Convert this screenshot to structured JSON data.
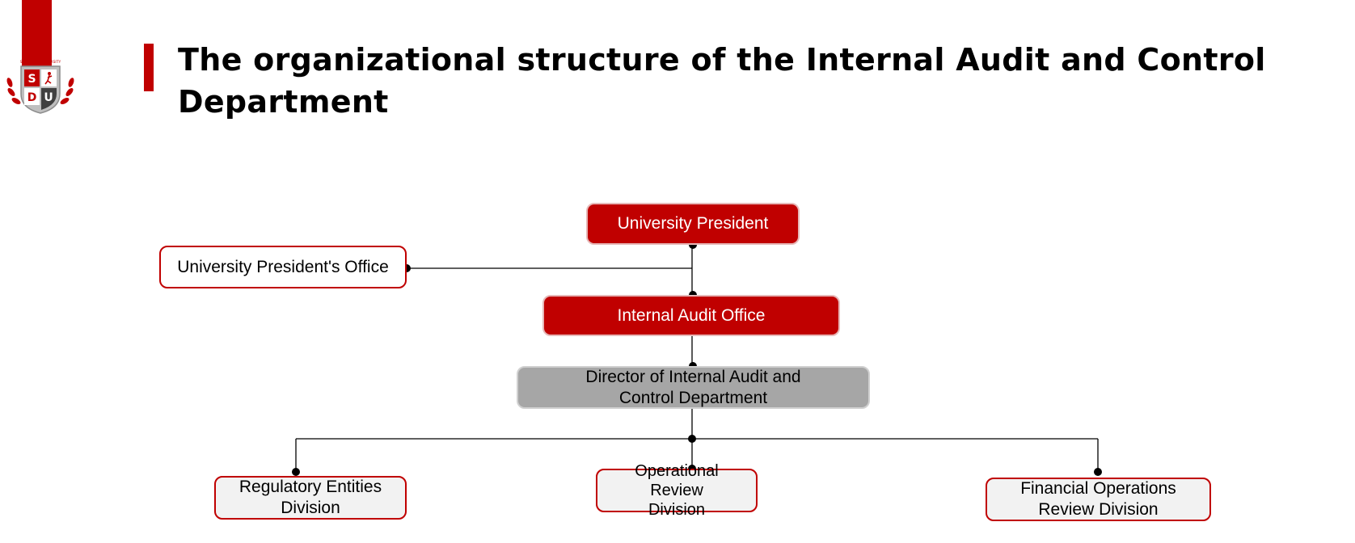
{
  "logo": {
    "ring_text": "STARDOM UNIVERSITY",
    "letters": [
      "S",
      "D",
      "U"
    ]
  },
  "page": {
    "title": "The organizational structure of the Internal Audit and Control Department"
  },
  "org_chart": {
    "president": "University President",
    "president_office": "University President's Office",
    "audit_office": "Internal Audit Office",
    "director": "Director of Internal Audit and Control Department",
    "divisions": [
      "Regulatory Entities Division",
      "Operational Review Division",
      "Financial Operations Review Division"
    ]
  },
  "colors": {
    "accent": "#c00000",
    "director_fill": "#a6a6a6",
    "division_fill": "#f2f2f2"
  }
}
